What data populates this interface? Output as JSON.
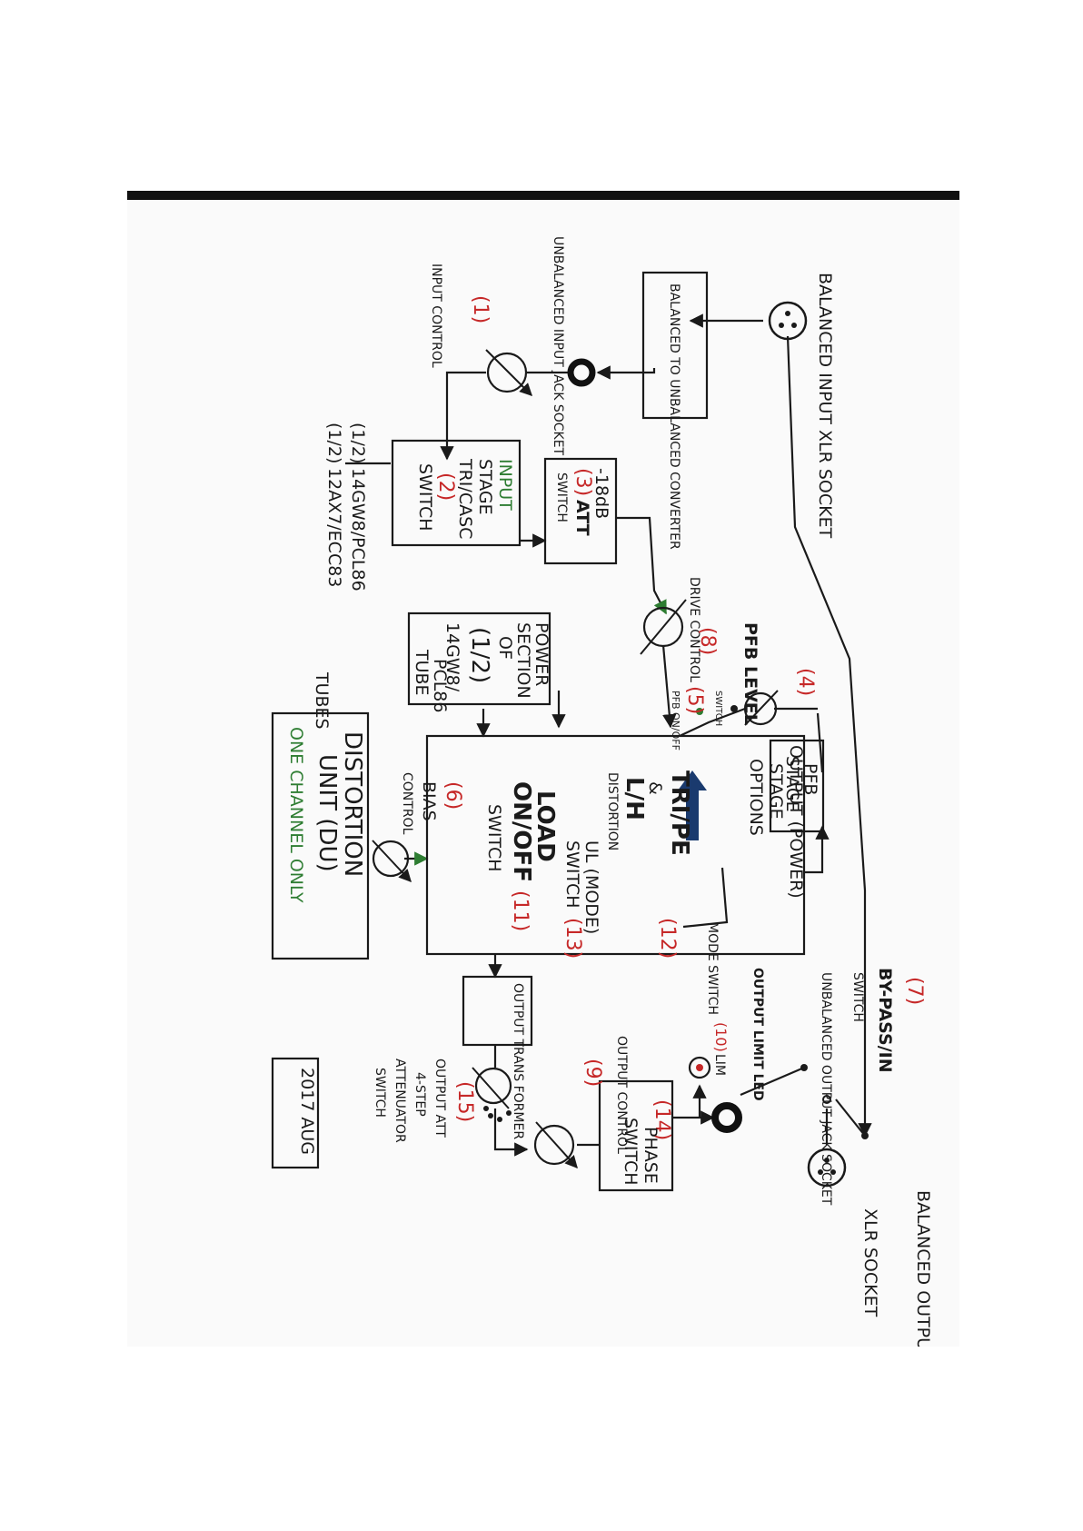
{
  "labels": {
    "bal_input": "BALANCED INPUT XLR SOCKET",
    "converter": "BALANCED TO UNBALANCED CONVERTER",
    "unbal_input": "UNBALANCED INPUT JACK SOCKET",
    "n1": "(1)",
    "input_control": "INPUT CONTROL",
    "input_stage_1": "INPUT",
    "input_stage_2": "STAGE",
    "input_stage_3": "TRI/CASC",
    "n2": "(2)",
    "input_stage_4": "SWITCH",
    "tube1_frac": "(1/2)",
    "tube1": "14GW8/PCL86",
    "tube2_frac": "(1/2)",
    "tube2": "12AX7/ECC83",
    "tubes": "TUBES",
    "att_1": "-18dB",
    "n3": "(3)",
    "att_2": "ATT",
    "att_3": "SWITCH",
    "drive": "DRIVE CONTROL",
    "n8": "(8)",
    "pfb_level": "PFB LEVEL",
    "n4": "(4)",
    "pfb_switch": "SWITCH",
    "n5": "(5)",
    "pfb_onoff": "PFB ON/OFF",
    "power_1": "POWER",
    "power_2": "SECTION",
    "power_3": "OF",
    "power_frac": "(1/2)",
    "power_4": "14GW8/",
    "power_5": "PCL86",
    "power_6": "TUBE",
    "pfb_stage_1": "PFB",
    "pfb_stage_2": "STAGE",
    "out_1": "OUTPUT (POWER)",
    "out_2": "STAGE",
    "out_3": "OPTIONS",
    "tri_pe": "TRI/PE",
    "amp": "&",
    "lh": "L/H",
    "distortion": "DISTORTION",
    "mode_switch": "MODE SWITCH",
    "n12": "(12)",
    "ul_mode": "UL (MODE)",
    "ul_switch": "SWITCH",
    "n13": "(13)",
    "load": "LOAD",
    "on_off": "ON/OFF",
    "n11": "(11)",
    "load_switch": "SWITCH",
    "n6": "(6)",
    "bias": "BIAS",
    "bias_control": "CONTROL",
    "du_title_1": "DISTORTION",
    "du_title_2": "UNIT (DU)",
    "du_title_3": "ONE CHANNEL ONLY",
    "n7": "(7)",
    "bypass": "BY-PASS/IN",
    "bypass_switch": "SWITCH",
    "unbal_out": "UNBALANCED OUTPUT JACK SOCKET",
    "limit_led": "OUTPUT LIMIT LED",
    "n10": "(10)",
    "lim": "LIM",
    "transformer": "OUTPUT TRANS FORMER",
    "output_control": "OUTPUT CONTROL",
    "n9": "(9)",
    "n14": "(14)",
    "phase_1": "PHASE",
    "phase_2": "SWITCH",
    "n15": "(15)",
    "out_att_1": "OUTPUT ATT",
    "out_att_2": "4-STEP",
    "out_att_3": "ATTENUATOR",
    "out_att_4": "SWITCH",
    "bal_output": "BALANCED OUTPUT",
    "xlr_socket": "XLR SOCKET",
    "date": "2017 AUG"
  }
}
